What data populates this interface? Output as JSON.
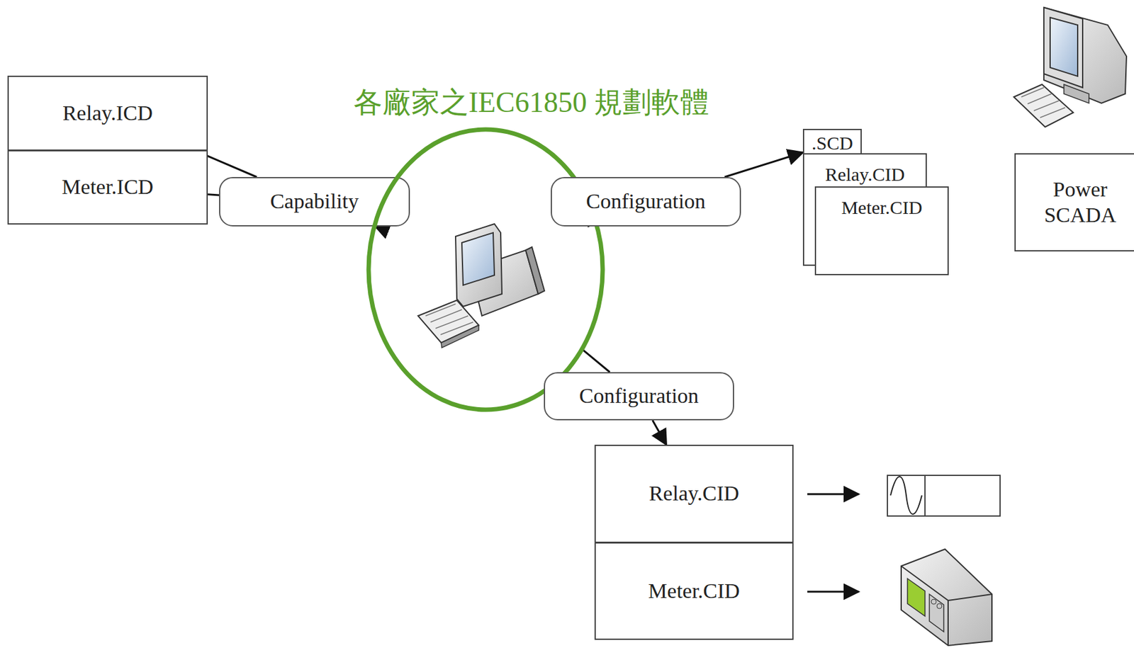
{
  "diagram": {
    "nodes": [
      {
        "text": [
          "Relay.ICD"
        ]
      },
      {
        "text": [
          "Meter.ICD"
        ]
      },
      {
        "text": [
          "Capability"
        ]
      },
      {
        "text": [
          "各廠家之IEC61850 規劃軟體"
        ]
      },
      {
        "text": [
          "Configuration"
        ]
      },
      {
        "text": [
          ".SCD"
        ]
      },
      {
        "text": [
          "Relay.CID"
        ]
      },
      {
        "text": [
          "Meter.CID"
        ]
      },
      {
        "text": [
          "Power SCADA"
        ]
      },
      {
        "text": [
          "Configuration"
        ]
      },
      {
        "text": [
          "Relay.CID"
        ]
      },
      {
        "text": [
          "Meter.CID"
        ]
      }
    ],
    "edges": [
      {
        "from": 0,
        "to": 2,
        "arrow": "none"
      },
      {
        "from": 1,
        "to": 2,
        "arrow": "none"
      },
      {
        "from": 2,
        "to": 3,
        "arrow": "to"
      },
      {
        "from": 3,
        "to": 4,
        "arrow": "none"
      },
      {
        "from": 4,
        "to": 5,
        "arrow": "to"
      },
      {
        "from": 3,
        "to": 9,
        "arrow": "none"
      },
      {
        "from": 9,
        "to": 10,
        "arrow": "to"
      }
    ]
  }
}
